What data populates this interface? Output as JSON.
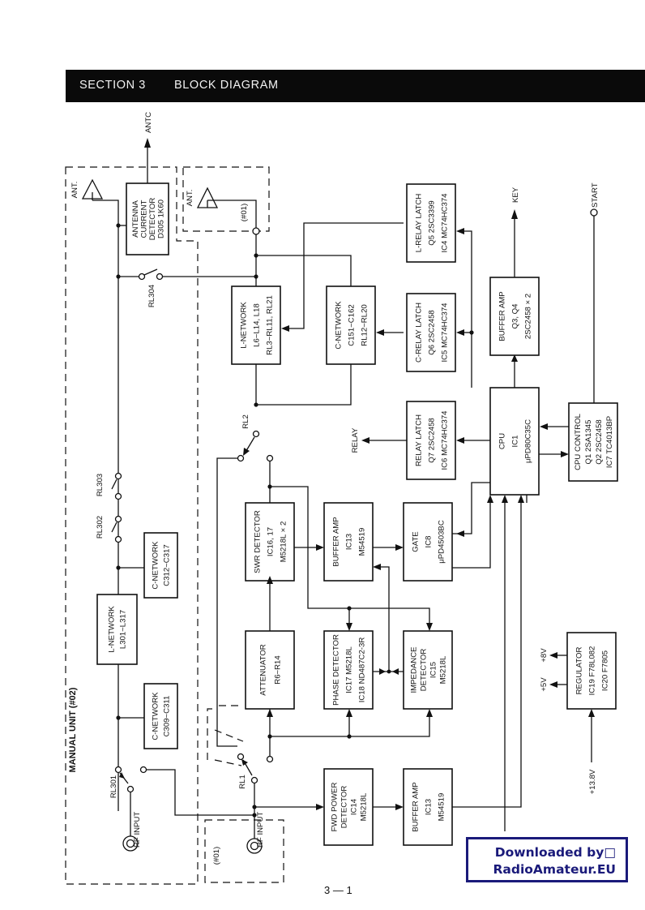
{
  "header": {
    "section": "SECTION 3",
    "title": "BLOCK DIAGRAM"
  },
  "page_number": "3 — 1",
  "watermark": {
    "line1": "Downloaded by□",
    "line2": "RadioAmateur.EU"
  },
  "units": {
    "manual_unit": "MANUAL UNIT (#02)",
    "main_ant_box": "(#01)",
    "rf_input_box": "(#01)"
  },
  "signals": {
    "antc": "ANTC",
    "ant_manual": "ANT.",
    "ant_main": "ANT.",
    "rf_input_manual": "RF INPUT",
    "rf_input_main": "RF INPUT",
    "key": "KEY",
    "start": "START",
    "relay": "RELAY",
    "plus5v": "+5V",
    "plus8v": "+8V",
    "plus13_8v": "+13.8V"
  },
  "relays": {
    "rl301": "RL301",
    "rl302": "RL302",
    "rl303": "RL303",
    "rl304": "RL304",
    "rl1": "RL1",
    "rl2": "RL2"
  },
  "blocks": {
    "antenna_current_detector": [
      "ANTENNA",
      "CURRENT",
      "DETECTOR",
      "D305 1K60"
    ],
    "l_network_manual": [
      "L-NETWORK",
      "L301~L317"
    ],
    "c_network_312": [
      "C-NETWORK",
      "C312~C317"
    ],
    "c_network_309": [
      "C-NETWORK",
      "C309~C311"
    ],
    "l_network": [
      "L-NETWORK",
      "L6~L14, L18",
      "RL3~RL11, RL21"
    ],
    "c_network": [
      "C-NETWORK",
      "C151~C162",
      "RL12~RL20"
    ],
    "l_relay_latch": [
      "L-RELAY LATCH",
      "Q5 2SC3399",
      "IC4 MC74HC374"
    ],
    "c_relay_latch": [
      "C-RELAY LATCH",
      "Q6 2SC2458",
      "IC5 MC74HC374"
    ],
    "relay_latch": [
      "RELAY LATCH",
      "Q7 2SC2458",
      "IC6 MC74HC374"
    ],
    "buffer_amp_key": [
      "BUFFER AMP",
      "Q3, Q4",
      "2SC2458 × 2"
    ],
    "cpu": [
      "CPU",
      "IC1",
      "μPD80C35C"
    ],
    "cpu_control": [
      "CPU CONTROL",
      "Q1 2SA1345",
      "Q2 2SC2458",
      "IC7 TC4013BP"
    ],
    "swr_detector": [
      "SWR DETECTOR",
      "IC16, 17",
      "M5218L × 2"
    ],
    "buffer_amp_swr": [
      "BUFFER AMP",
      "IC13",
      "M54519"
    ],
    "gate": [
      "GATE",
      "IC8",
      "μPD4503BC"
    ],
    "attenuator": [
      "ATTENUATOR",
      "R6~R14"
    ],
    "phase_detector": [
      "PHASE DETECTOR",
      "IC17 M5218L",
      "IC18 ND487C2-3R"
    ],
    "impedance_detector": [
      "IMPEDANCE",
      "DETECTOR",
      "IC15",
      "M5218L"
    ],
    "regulator": [
      "REGULATOR",
      "IC19 F78L082",
      "IC20 F7805"
    ],
    "fwd_power_detector": [
      "FWD POWER",
      "DETECTOR",
      "IC14",
      "M5218L"
    ],
    "buffer_amp_fwd": [
      "BUFFER AMP",
      "IC13",
      "M54519"
    ]
  }
}
